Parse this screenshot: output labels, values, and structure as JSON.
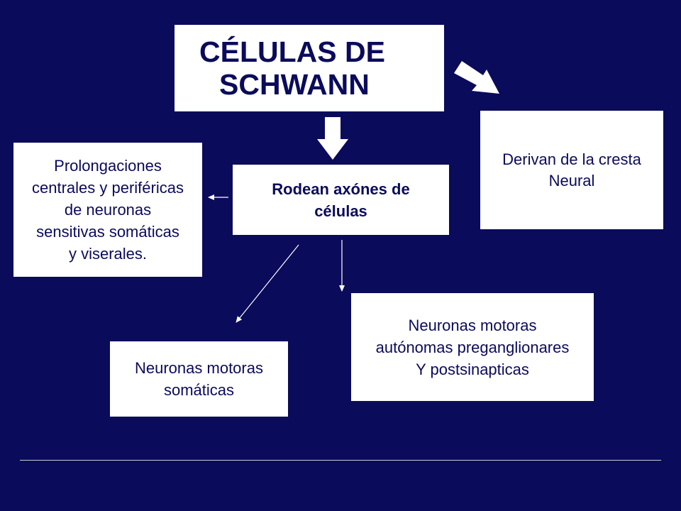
{
  "diagram": {
    "title": {
      "line1": "CÉLULAS DE",
      "line2": "SCHWANN"
    },
    "origin": {
      "line1": "Derivan de la cresta",
      "line2": "Neural"
    },
    "function": {
      "line1": "Rodean axónes de",
      "line2": "células"
    },
    "sensory": {
      "line1": "Prolongaciones",
      "line2": "centrales y periféricas",
      "line3": "de neuronas",
      "line4": "sensitivas somáticas",
      "line5": "y viserales."
    },
    "autonomic": {
      "line1": "Neuronas motoras",
      "line2": "autónomas preganglionares",
      "line3": "Y postsinapticas"
    },
    "somatic": {
      "line1": "Neuronas motoras",
      "line2": "somáticas"
    }
  },
  "colors": {
    "background": "#0b0b5c",
    "box": "#ffffff",
    "text": "#0b0b5c"
  }
}
